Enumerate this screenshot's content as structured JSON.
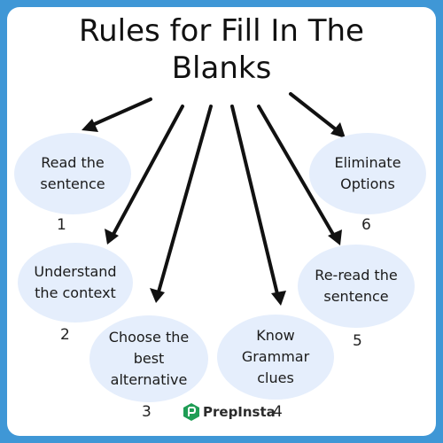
{
  "title": "Rules for Fill In The\nBlanks",
  "steps": [
    {
      "label": "Read the\nsentence",
      "number": "1"
    },
    {
      "label": "Understand\nthe context",
      "number": "2"
    },
    {
      "label": "Choose the\nbest\nalternative",
      "number": "3"
    },
    {
      "label": "Know\nGrammar\nclues",
      "number": "4"
    },
    {
      "label": "Re-read the\nsentence",
      "number": "5"
    },
    {
      "label": "Eliminate\nOptions",
      "number": "6"
    }
  ],
  "brand": {
    "name": "PrepInsta",
    "icon": "prepinsta-logo"
  },
  "colors": {
    "background": "#3f97d6",
    "card": "#ffffff",
    "bubble": "#e5eefc",
    "logo": "#1f9d55"
  }
}
